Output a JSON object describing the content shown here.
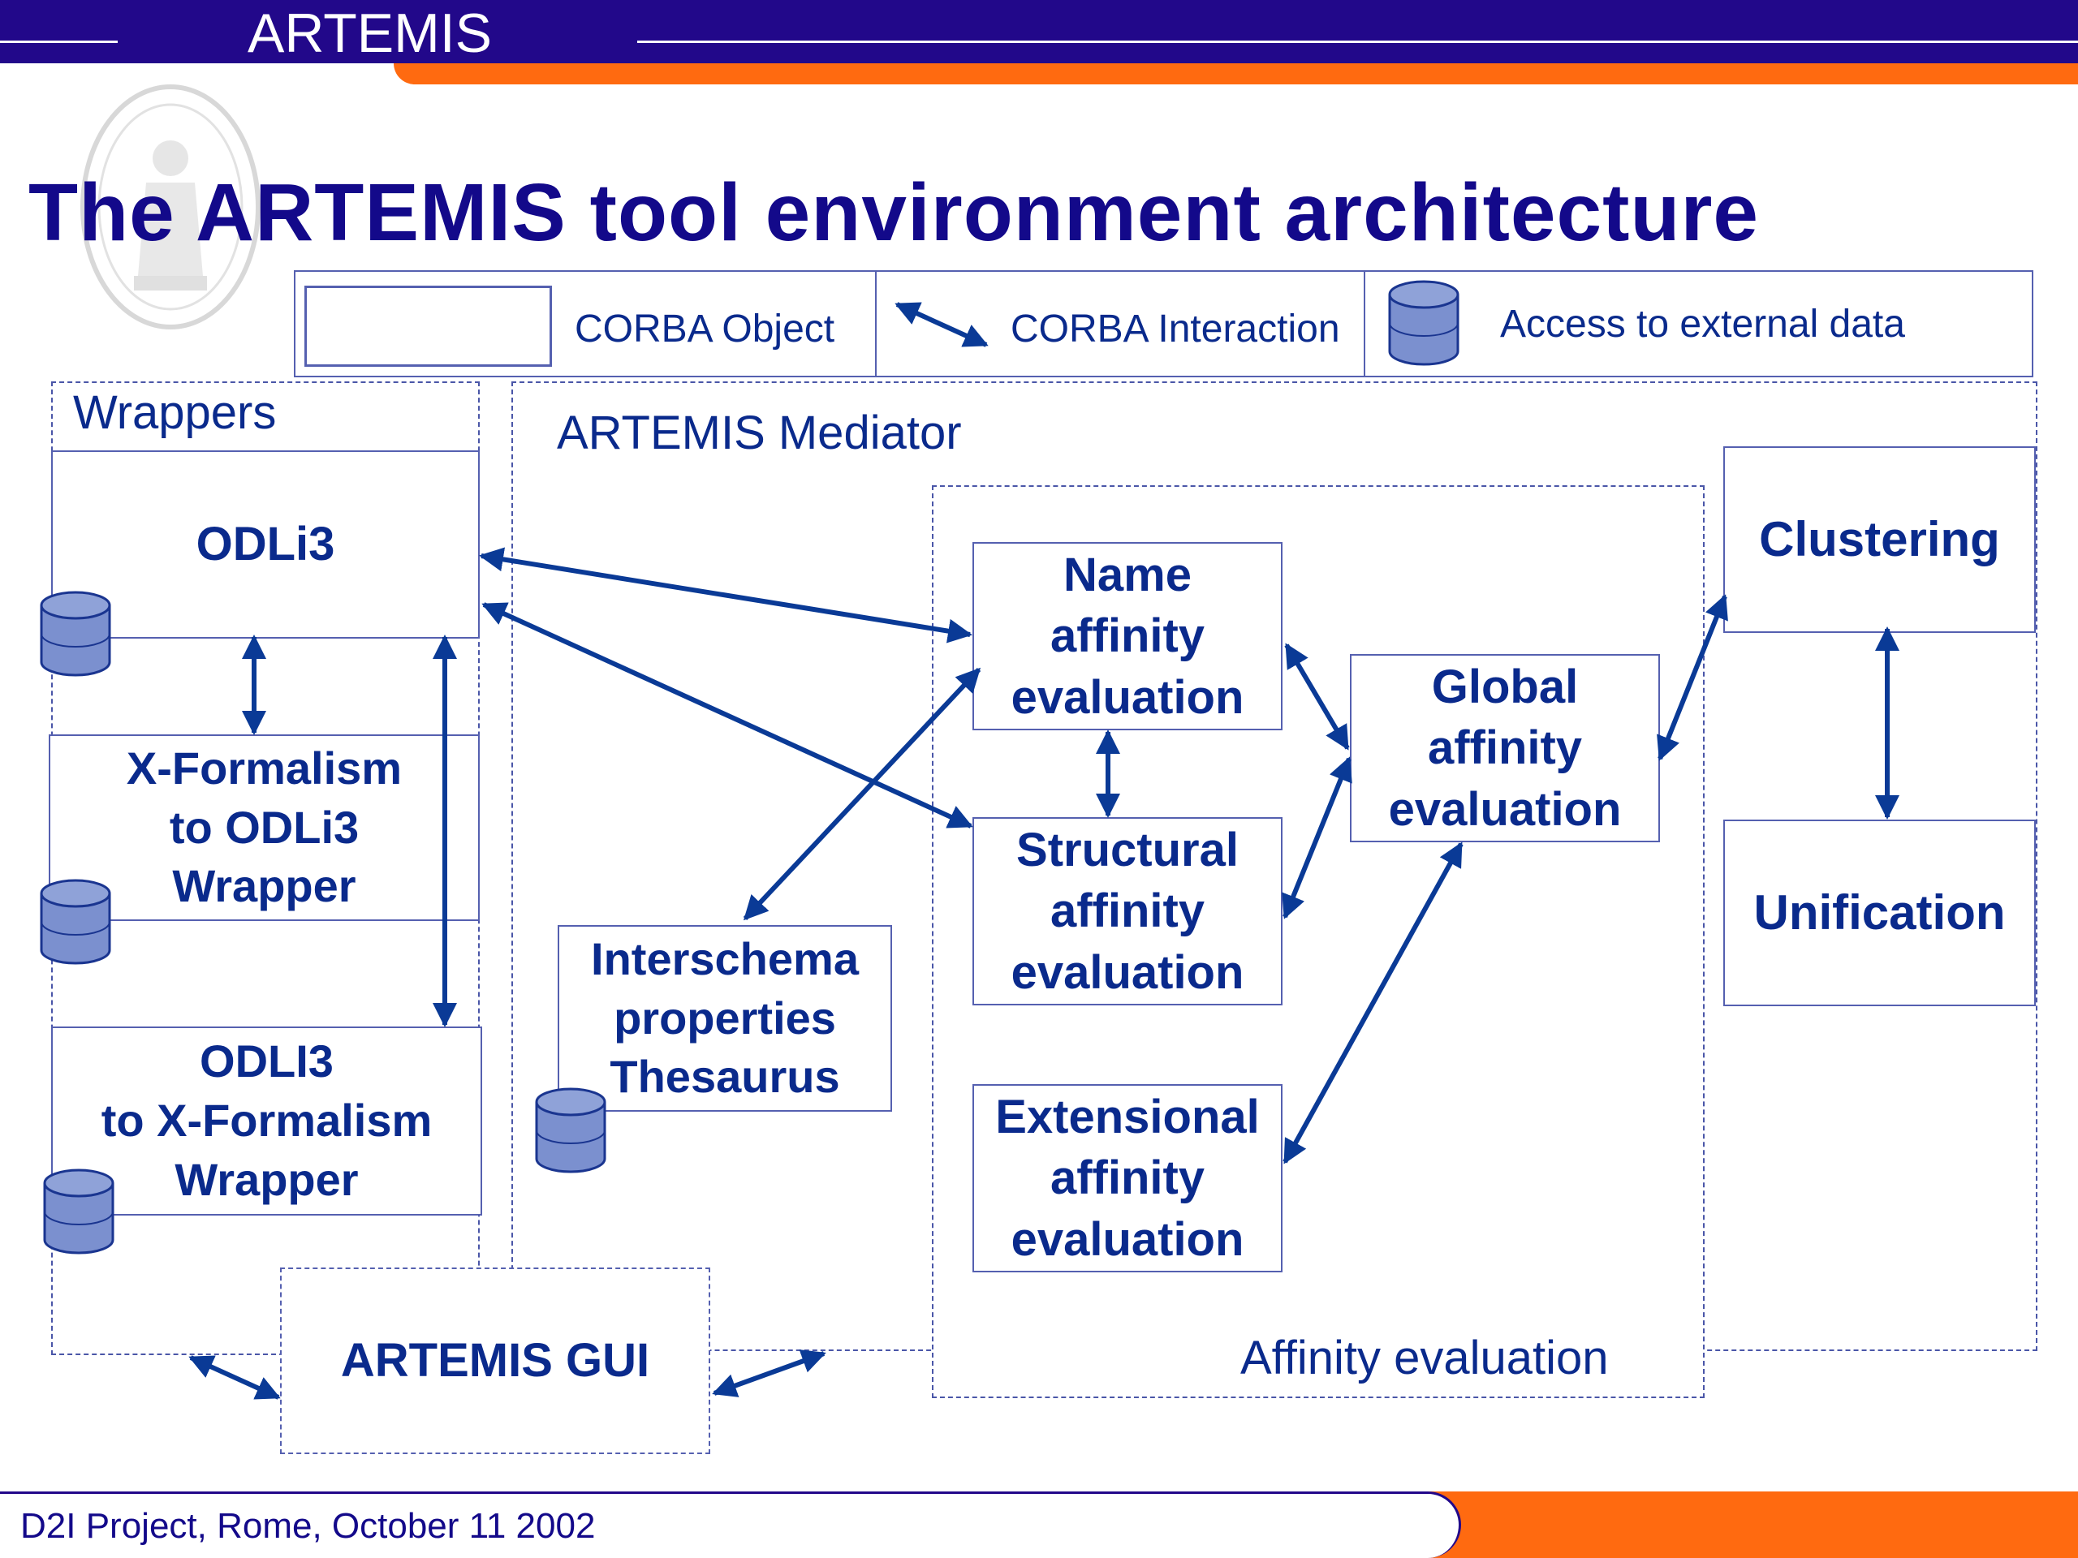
{
  "header": {
    "brand": "ARTEMIS"
  },
  "title": "The ARTEMIS tool environment architecture",
  "legend": {
    "corba_object": "CORBA Object",
    "corba_interaction": "CORBA Interaction",
    "external_data": "Access to external data"
  },
  "groups": {
    "wrappers": "Wrappers",
    "mediator": "ARTEMIS Mediator",
    "affinity": "Affinity evaluation"
  },
  "nodes": {
    "odli3": "ODLi3",
    "xformalism_l1": "X-Formalism",
    "xformalism_l2": "to ODLi3",
    "xformalism_l3": "Wrapper",
    "odli3wrap_l1": "ODLI3",
    "odli3wrap_l2": "to X-Formalism",
    "odli3wrap_l3": "Wrapper",
    "gui": "ARTEMIS GUI",
    "thesaurus_l1": "Interschema",
    "thesaurus_l2": "properties",
    "thesaurus_l3": "Thesaurus",
    "name_l1": "Name",
    "name_l2": "affinity",
    "name_l3": "evaluation",
    "struct_l1": "Structural",
    "struct_l2": "affinity",
    "struct_l3": "evaluation",
    "ext_l1": "Extensional",
    "ext_l2": "affinity",
    "ext_l3": "evaluation",
    "global_l1": "Global",
    "global_l2": "affinity",
    "global_l3": "evaluation",
    "clustering": "Clustering",
    "unification": "Unification"
  },
  "footer": {
    "text": "D2I Project, Rome, October 11 2002"
  },
  "colors": {
    "navy": "#22088a",
    "orange": "#ff6a10",
    "text": "#0a2a8c",
    "db_fill": "#7b90cf"
  }
}
